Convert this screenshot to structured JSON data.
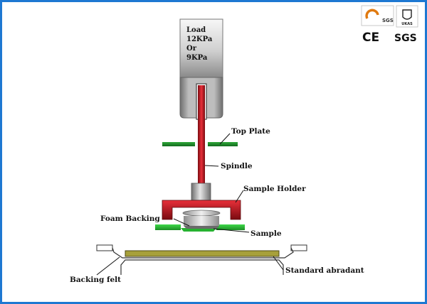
{
  "load_text": [
    "Load",
    "12KPa",
    "Or",
    "9KPa"
  ],
  "labels": {
    "top_plate": "Top Plate",
    "spindle": "Spindle",
    "sample_holder": "Sample Holder",
    "foam_backing": "Foam Backing",
    "sample": "Sample",
    "backing_felt": "Backing felt",
    "standard_abradant": "Standard abradant"
  },
  "logos": {
    "top_sgs": "SGS",
    "ukas": "UKAS",
    "ce": "CE",
    "bottom_sgs": "SGS"
  },
  "colors": {
    "frame": "#1e78d2",
    "spindle": "#c8161e",
    "top_plate": "#1f8a2e",
    "foam_backing": "#2ecc3a",
    "abradant": "#a7a03a",
    "load_weight": "#9a9a9a"
  }
}
